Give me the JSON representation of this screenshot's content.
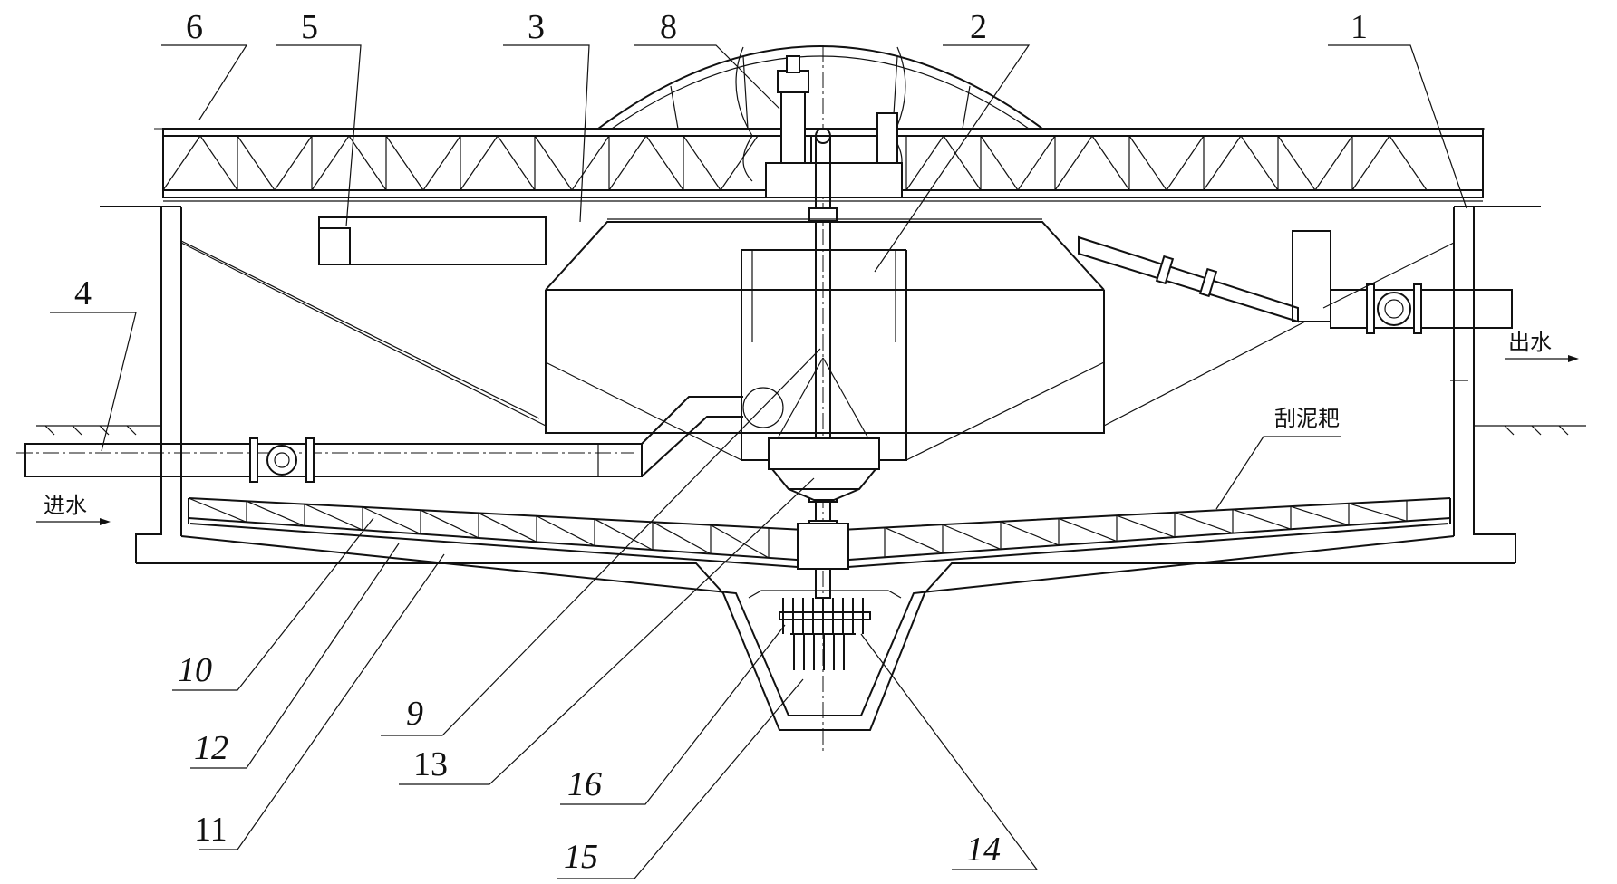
{
  "labels": {
    "n1": "1",
    "n2": "2",
    "n3": "3",
    "n4": "4",
    "n5": "5",
    "n6": "6",
    "n8": "8",
    "n9": "9",
    "n10": "10",
    "n11": "11",
    "n12": "12",
    "n13": "13",
    "n14": "14",
    "n15": "15",
    "n16": "16"
  },
  "annotations": {
    "inlet": "进水",
    "outlet": "出水",
    "scraper": "刮泥耙"
  }
}
